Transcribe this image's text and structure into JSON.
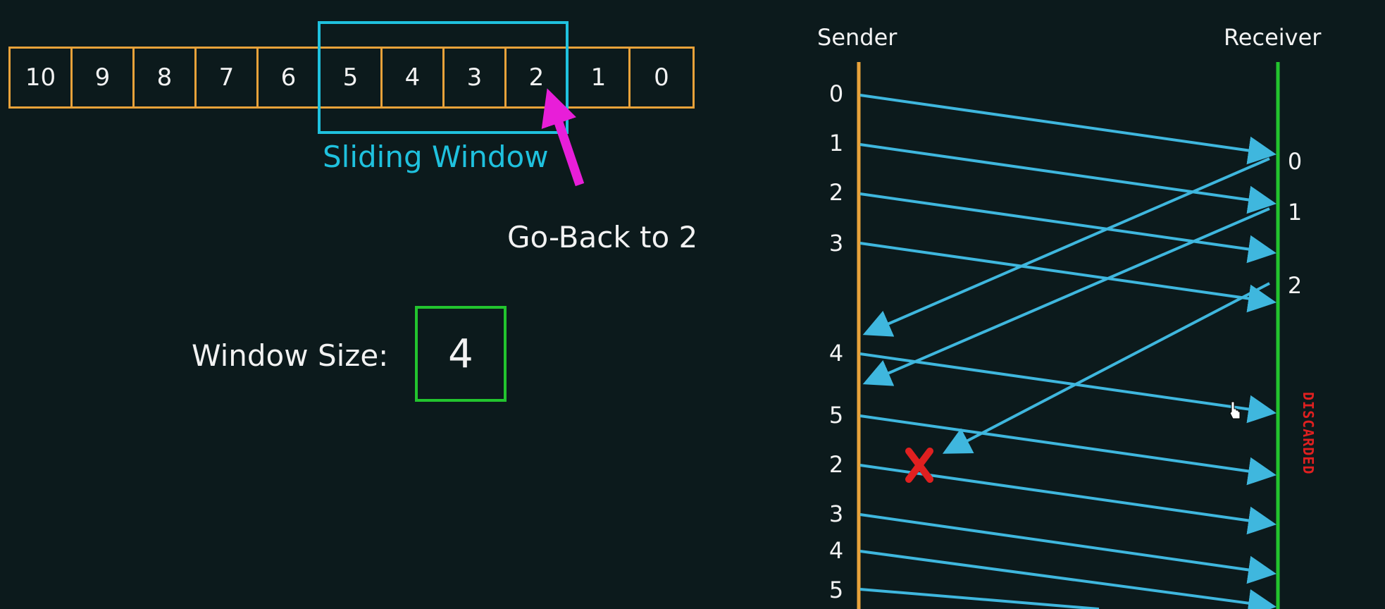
{
  "frames": [
    "10",
    "9",
    "8",
    "7",
    "6",
    "5",
    "4",
    "3",
    "2",
    "1",
    "0"
  ],
  "window_label": "Sliding Window",
  "goback_label": "Go-Back to 2",
  "window_size_label": "Window Size:",
  "window_size_value": "4",
  "sender_label": "Sender",
  "receiver_label": "Receiver",
  "sender_seq": [
    "0",
    "1",
    "2",
    "3",
    "4",
    "5",
    "2",
    "3",
    "4",
    "5"
  ],
  "receiver_acks": [
    "0",
    "1",
    "2"
  ],
  "discarded_label": "DISCARDED",
  "colors": {
    "frame_border": "#e8a23a",
    "window": "#1fc1de",
    "pointer": "#e81ed8",
    "window_size_box": "#22c42e",
    "sender_line": "#e8a23a",
    "receiver_line": "#22c42e",
    "arrows": "#3fb7de",
    "lost_marker": "#e02020"
  }
}
